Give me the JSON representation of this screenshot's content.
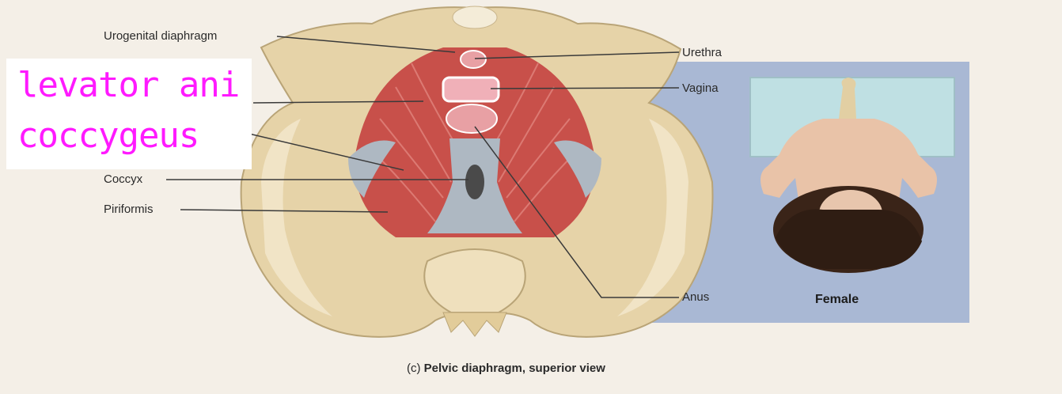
{
  "figure": {
    "labels": {
      "urogenital_diaphragm": "Urogenital diaphragm",
      "urethra": "Urethra",
      "vagina": "Vagina",
      "coccyx": "Coccyx",
      "piriformis": "Piriformis",
      "anus": "Anus",
      "female": "Female"
    },
    "annotations": {
      "levator_ani": "levator ani",
      "coccygeus": "coccygeus"
    },
    "caption": {
      "prefix": "(c)",
      "text": "Pelvic diaphragm, superior view"
    }
  },
  "colors": {
    "background": "#f4efe7",
    "bone": "#e6d3a8",
    "muscle": "#c8504a",
    "ligament": "#aeb8c2",
    "inset_panel": "#a9b8d4",
    "annotation": "#ff1aff"
  }
}
